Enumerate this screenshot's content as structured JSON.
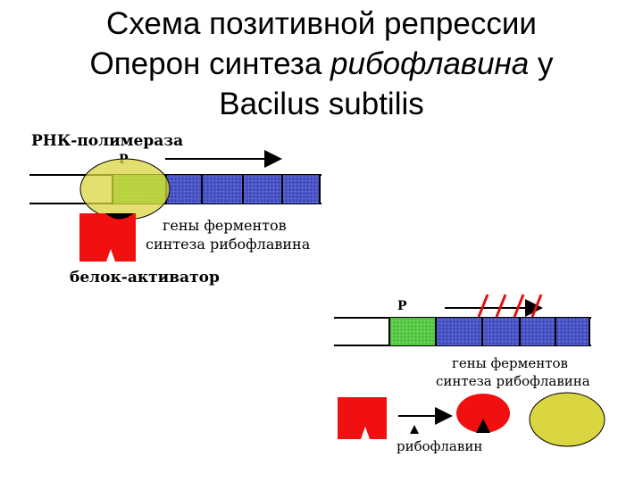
{
  "title": {
    "line1": "Схема позитивной репрессии",
    "line2_plain": "Оперон синтеза ",
    "line2_italic": "рибофлавина",
    "line2_tail": " у",
    "line3": "Bacilus subtilis"
  },
  "diagram_top": {
    "rna_polymerase_label": "РНК-полимераза",
    "promoter_label": "P",
    "genes_label_line1": "гены ферментов",
    "genes_label_line2": "синтеза рибофлавина",
    "activator_label": "белок-активатор"
  },
  "diagram_bottom": {
    "promoter_label": "P",
    "genes_label_line1": "гены ферментов",
    "genes_label_line2": "синтеза рибофлавина",
    "riboflavin_label": "рибофлавин"
  },
  "colors": {
    "dna_blue": "#4a55c8",
    "promoter_green": "#59c947",
    "polymerase_yellow": "#d9d63f",
    "activator_red": "#f01010"
  }
}
